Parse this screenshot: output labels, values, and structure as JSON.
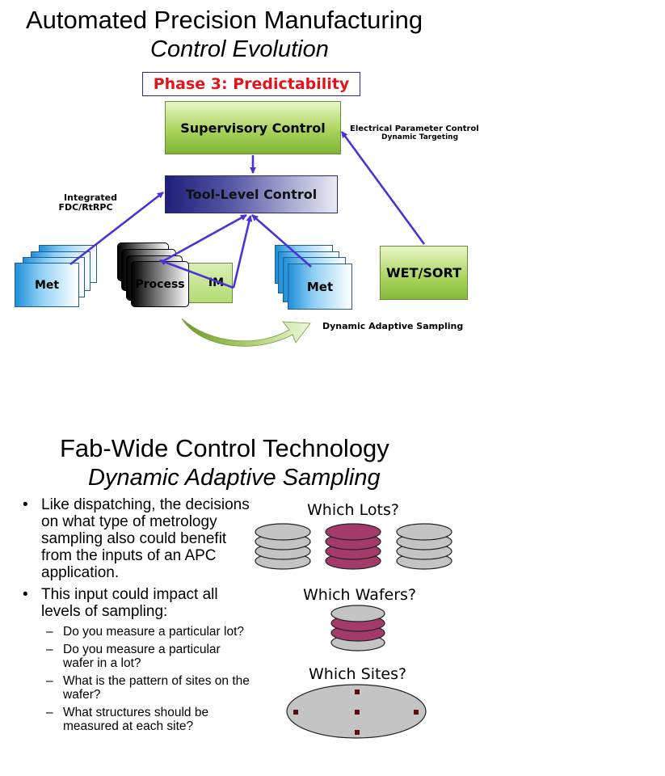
{
  "slide1": {
    "title": "Automated Precision Manufacturing",
    "subtitle": "Control Evolution",
    "phase_label": "Phase 3: Predictability",
    "supervisory_label": "Supervisory Control",
    "tool_level_label": "Tool-Level Control",
    "electrical_line1": "Electrical Parameter Control",
    "electrical_line2": "Dynamic Targeting",
    "integrated_line1": "Integrated",
    "integrated_line2": "FDC/RtRPC",
    "met_left_label": "Met",
    "process_label": "Process",
    "im_label": "IM",
    "met_right_label": "Met",
    "wet_sort_label": "WET/SORT",
    "dynamic_sampling_label": "Dynamic Adaptive Sampling",
    "colors": {
      "phase_text": "#e0141a",
      "arrow": "#4b32d8",
      "green_box": "#a9d45c",
      "navy_box": "#1f1f7a",
      "met_blue": "#1f8fd8"
    }
  },
  "slide2": {
    "title": "Fab-Wide Control Technology",
    "subtitle": "Dynamic Adaptive Sampling",
    "bullets": [
      "Like dispatching, the decisions on what type of metrology sampling also could benefit from the inputs of an APC application.",
      "This input could impact all levels of sampling:"
    ],
    "sub_bullets": [
      "Do you measure a particular lot?",
      "Do you measure a particular wafer in a lot?",
      "What is the pattern of sites on the wafer?",
      "What structures should be measured at each site?"
    ],
    "which_lots": "Which Lots?",
    "which_wafers": "Which Wafers?",
    "which_sites": "Which Sites?",
    "colors": {
      "wafer_gray": "#c4c4c4",
      "wafer_highlight": "#a33a6a",
      "site_marker": "#5a1010"
    }
  }
}
